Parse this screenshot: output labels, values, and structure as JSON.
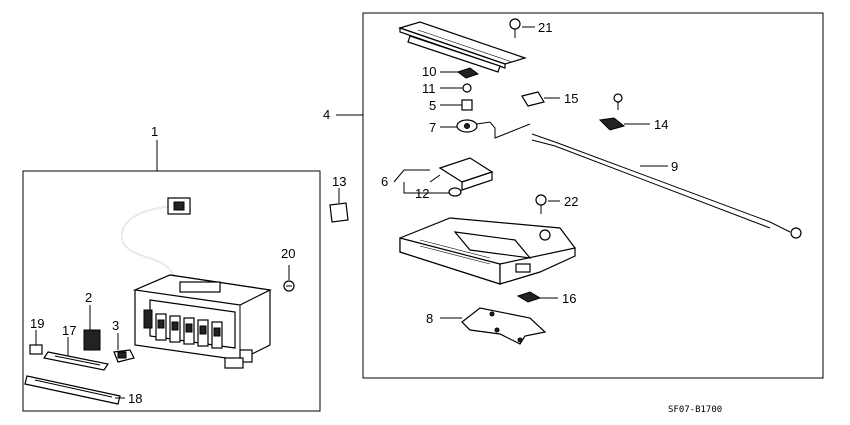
{
  "diagram": {
    "catalog_code": "SF07-B1700",
    "callouts": [
      {
        "id": "p1",
        "label": "1"
      },
      {
        "id": "p2",
        "label": "2"
      },
      {
        "id": "p3",
        "label": "3"
      },
      {
        "id": "p4",
        "label": "4"
      },
      {
        "id": "p5",
        "label": "5"
      },
      {
        "id": "p6",
        "label": "6"
      },
      {
        "id": "p7",
        "label": "7"
      },
      {
        "id": "p8",
        "label": "8"
      },
      {
        "id": "p9",
        "label": "9"
      },
      {
        "id": "p10",
        "label": "10"
      },
      {
        "id": "p11",
        "label": "11"
      },
      {
        "id": "p12",
        "label": "12"
      },
      {
        "id": "p13",
        "label": "13"
      },
      {
        "id": "p14",
        "label": "14"
      },
      {
        "id": "p15",
        "label": "15"
      },
      {
        "id": "p16",
        "label": "16"
      },
      {
        "id": "p17",
        "label": "17"
      },
      {
        "id": "p18",
        "label": "18"
      },
      {
        "id": "p19",
        "label": "19"
      },
      {
        "id": "p20",
        "label": "20"
      },
      {
        "id": "p21",
        "label": "21"
      },
      {
        "id": "p22",
        "label": "22"
      }
    ]
  }
}
